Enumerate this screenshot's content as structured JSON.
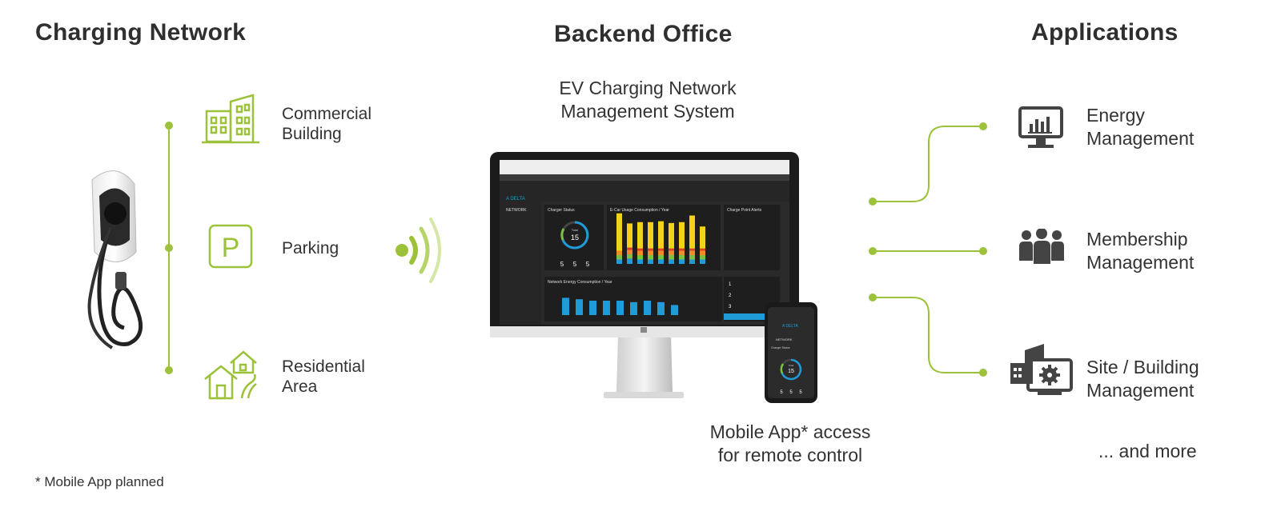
{
  "headings": {
    "charging_network": "Charging Network",
    "backend_office": "Backend Office",
    "applications": "Applications"
  },
  "charging_network": {
    "items": [
      {
        "line1": "Commercial",
        "line2": "Building",
        "icon": "commercial-building-icon"
      },
      {
        "line1": "Parking",
        "line2": "",
        "icon": "parking-icon"
      },
      {
        "line1": "Residential",
        "line2": "Area",
        "icon": "residential-area-icon"
      }
    ]
  },
  "backend": {
    "system_line1": "EV Charging Network",
    "system_line2": "Management System",
    "mobile_line1": "Mobile App* access",
    "mobile_line2": "for remote control"
  },
  "dashboard": {
    "brand": "A DELTA",
    "nav_title": "NETWORK",
    "charger_status_title": "Charger Status",
    "total_label": "Total",
    "total_value": "15",
    "status_counts": [
      "5",
      "5",
      "5"
    ],
    "usage_title": "E-Car Usage Consumption / Year",
    "alerts_title": "Charge Point Alerts",
    "energy_title": "Network Energy Consumption / Year",
    "rank_numbers": [
      "1",
      "2",
      "3"
    ],
    "usage_bars": [
      {
        "yellow": 0.85,
        "red": 0.0,
        "orange": 0.1,
        "green": 0.1,
        "blue": 0.1
      },
      {
        "yellow": 0.55,
        "red": 0.05,
        "orange": 0.1,
        "green": 0.1,
        "blue": 0.12
      },
      {
        "yellow": 0.6,
        "red": 0.05,
        "orange": 0.1,
        "green": 0.1,
        "blue": 0.1
      },
      {
        "yellow": 0.6,
        "red": 0.05,
        "orange": 0.1,
        "green": 0.1,
        "blue": 0.1
      },
      {
        "yellow": 0.62,
        "red": 0.05,
        "orange": 0.1,
        "green": 0.1,
        "blue": 0.1
      },
      {
        "yellow": 0.58,
        "red": 0.05,
        "orange": 0.1,
        "green": 0.1,
        "blue": 0.1
      },
      {
        "yellow": 0.6,
        "red": 0.05,
        "orange": 0.1,
        "green": 0.1,
        "blue": 0.1
      },
      {
        "yellow": 0.75,
        "red": 0.05,
        "orange": 0.1,
        "green": 0.1,
        "blue": 0.1
      },
      {
        "yellow": 0.5,
        "red": 0.05,
        "orange": 0.1,
        "green": 0.1,
        "blue": 0.1
      }
    ],
    "energy_bars": [
      0.6,
      0.55,
      0.5,
      0.5,
      0.5,
      0.45,
      0.5,
      0.45,
      0.35
    ],
    "mobile_brand": "A DELTA",
    "mobile_nav": "NETWORK",
    "mobile_status_title": "Charger Status",
    "mobile_total_label": "Total",
    "mobile_total_value": "15",
    "mobile_counts": [
      "5",
      "5",
      "5"
    ]
  },
  "applications": {
    "items": [
      {
        "line1": "Energy",
        "line2": "Management",
        "icon": "energy-monitor-icon"
      },
      {
        "line1": "Membership",
        "line2": "Management",
        "icon": "membership-group-icon"
      },
      {
        "line1": "Site / Building",
        "line2": "Management",
        "icon": "site-building-gear-icon"
      }
    ],
    "more": "... and more"
  },
  "footnote": "* Mobile App planned",
  "colors": {
    "accent_green": "#9cc23a",
    "heading": "#2f2f2f",
    "dashboard_bg": "#222222",
    "bar_blue": "#1f9bd7",
    "bar_yellow": "#f2d21b"
  }
}
